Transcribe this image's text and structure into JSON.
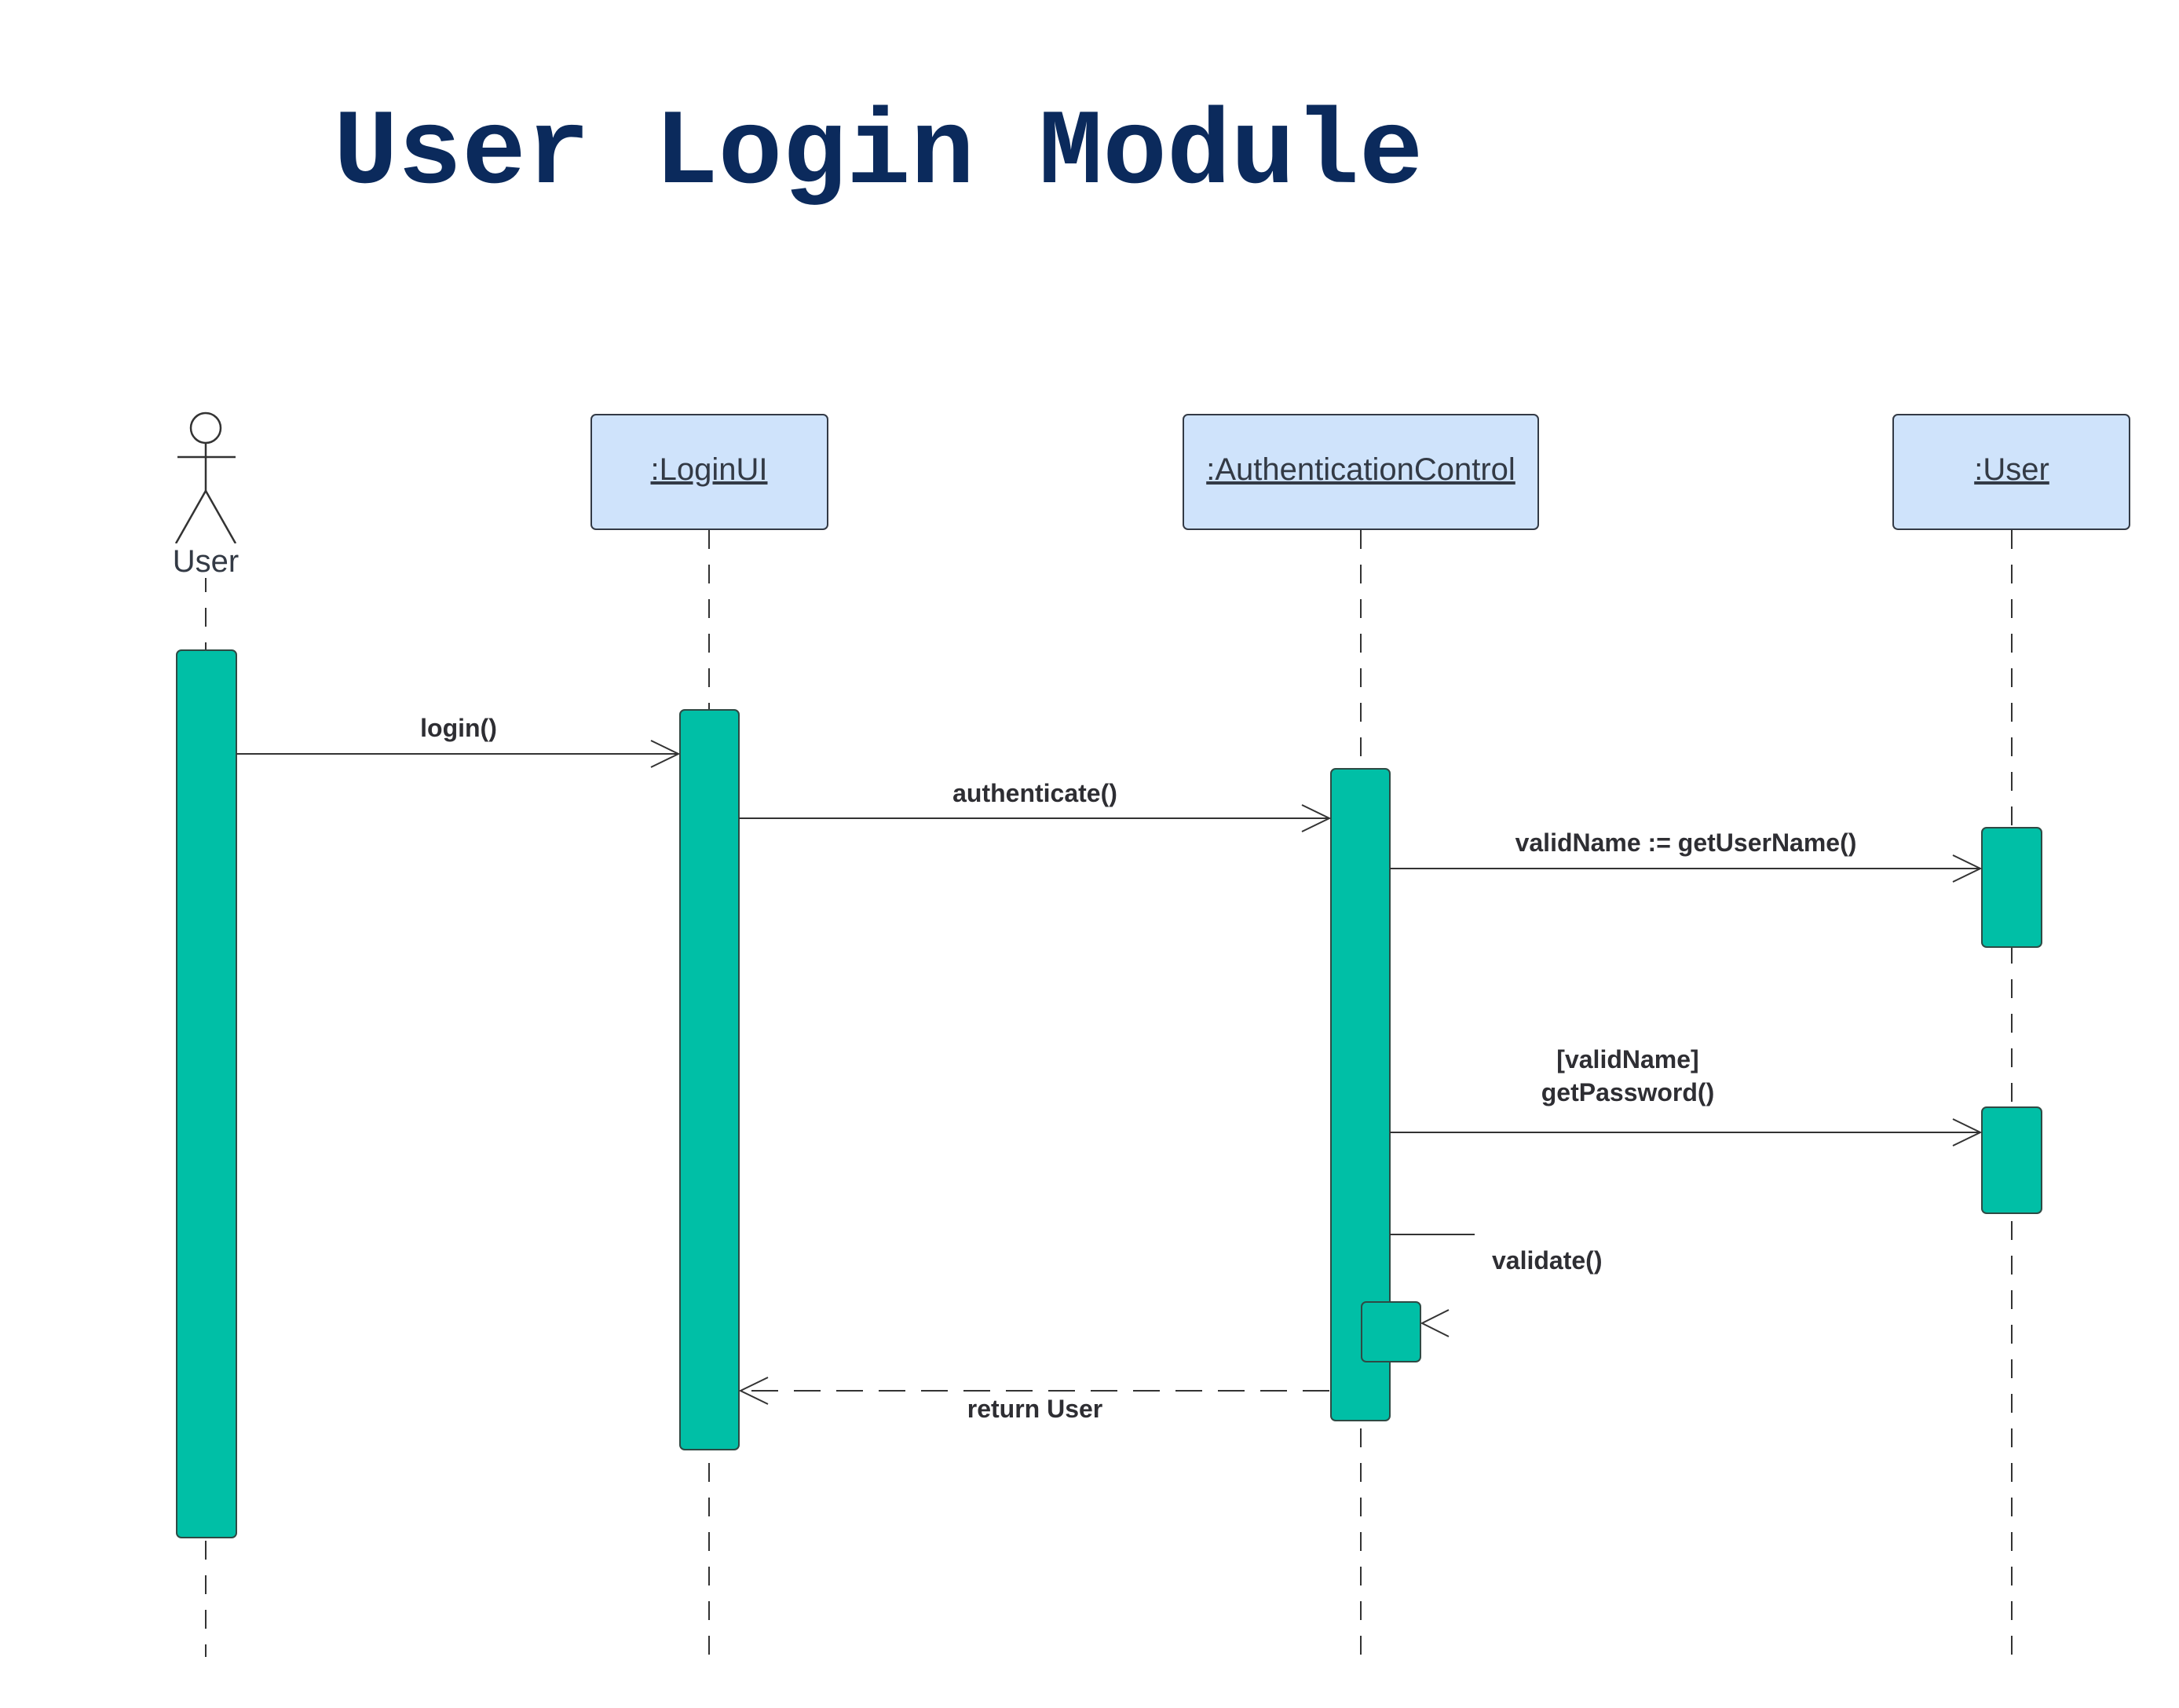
{
  "diagram": {
    "title": "User Login Module",
    "actor": {
      "label": "User"
    },
    "objects": [
      {
        "id": "loginui",
        "label": ":LoginUI"
      },
      {
        "id": "authcontrol",
        "label": ":AuthenticationControl"
      },
      {
        "id": "user",
        "label": ":User"
      }
    ],
    "messages": [
      {
        "id": "login",
        "label": "login()",
        "from": "actor",
        "to": "loginui",
        "kind": "call"
      },
      {
        "id": "authenticate",
        "label": "authenticate()",
        "from": "loginui",
        "to": "authcontrol",
        "kind": "call"
      },
      {
        "id": "get-username",
        "label": "validName := getUserName()",
        "from": "authcontrol",
        "to": "user",
        "kind": "call"
      },
      {
        "id": "get-password",
        "guard": "[validName]",
        "label": "getPassword()",
        "from": "authcontrol",
        "to": "user",
        "kind": "call"
      },
      {
        "id": "validate",
        "label": "validate()",
        "from": "authcontrol",
        "to": "authcontrol",
        "kind": "self"
      },
      {
        "id": "return-user",
        "label": "return User",
        "from": "authcontrol",
        "to": "loginui",
        "kind": "return"
      }
    ],
    "colors": {
      "title": "#0b2a5c",
      "object_fill": "#cfe3fb",
      "activation_fill": "#00bfa6"
    }
  }
}
